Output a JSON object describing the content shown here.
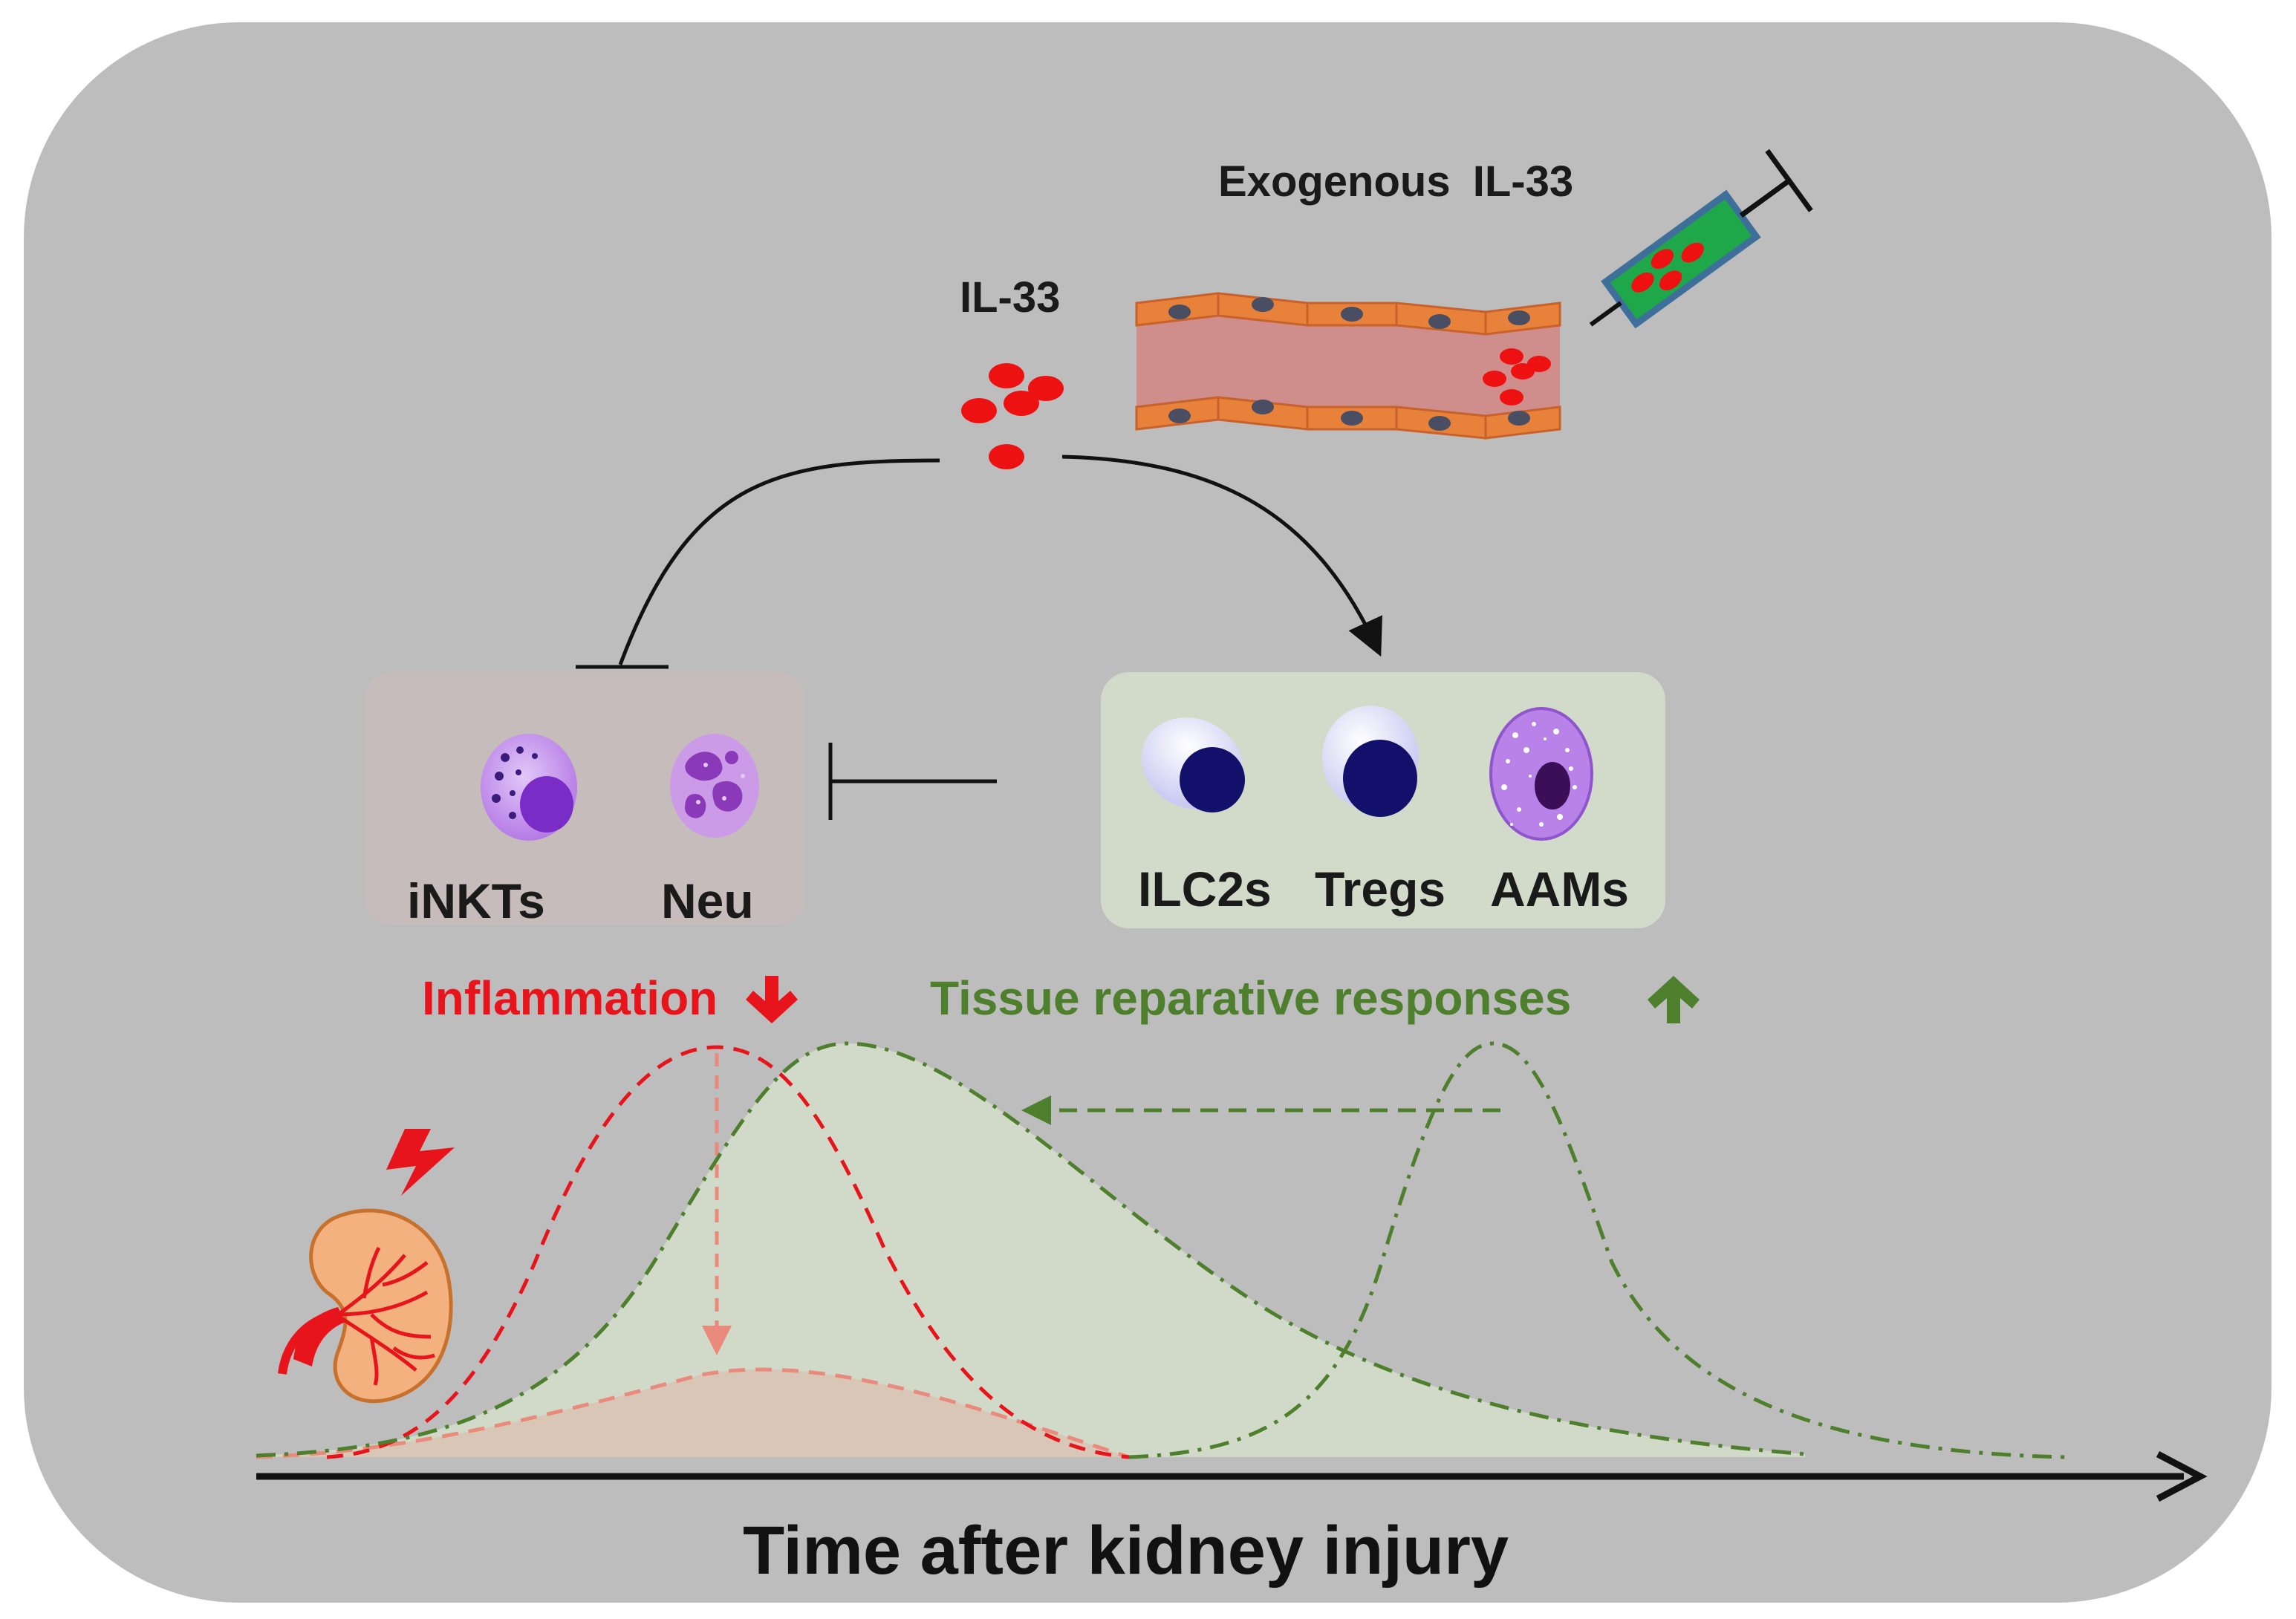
{
  "labels": {
    "exogenous": "Exogenous  IL-33",
    "il33": "IL-33",
    "inkts": "iNKTs",
    "neu": "Neu",
    "ilc2s": "ILC2s",
    "tregs": "Tregs",
    "aams": "AAMs",
    "inflammation": "Inflammation",
    "tissue_reparative": "Tissue reparative responses",
    "x_axis": "Time after kidney injury"
  },
  "icons": {
    "inflammation_arrow": "down-arrow",
    "tissue_arrow": "up-arrow",
    "injury": "lightning-bolt",
    "organ": "kidney",
    "delivery": "syringe",
    "vessel": "blood-vessel"
  },
  "colors": {
    "panel": "#bdbdbd",
    "inflammation": "#e8141c",
    "inflammation_faded": "#e98a7c",
    "tissue": "#4e7f2c",
    "il33_particles": "#ee1111",
    "vessel_wall": "#e8823a",
    "vessel_lumen": "#cf8e8c",
    "syringe_fill": "#1fa84a",
    "syringe_frame": "#3d6f9a",
    "pro_inflammatory_box": "#c7bcbc",
    "reparative_box": "#d2dbc9",
    "cell_purple": "#7a2dc6",
    "cell_navy": "#12106b"
  }
}
